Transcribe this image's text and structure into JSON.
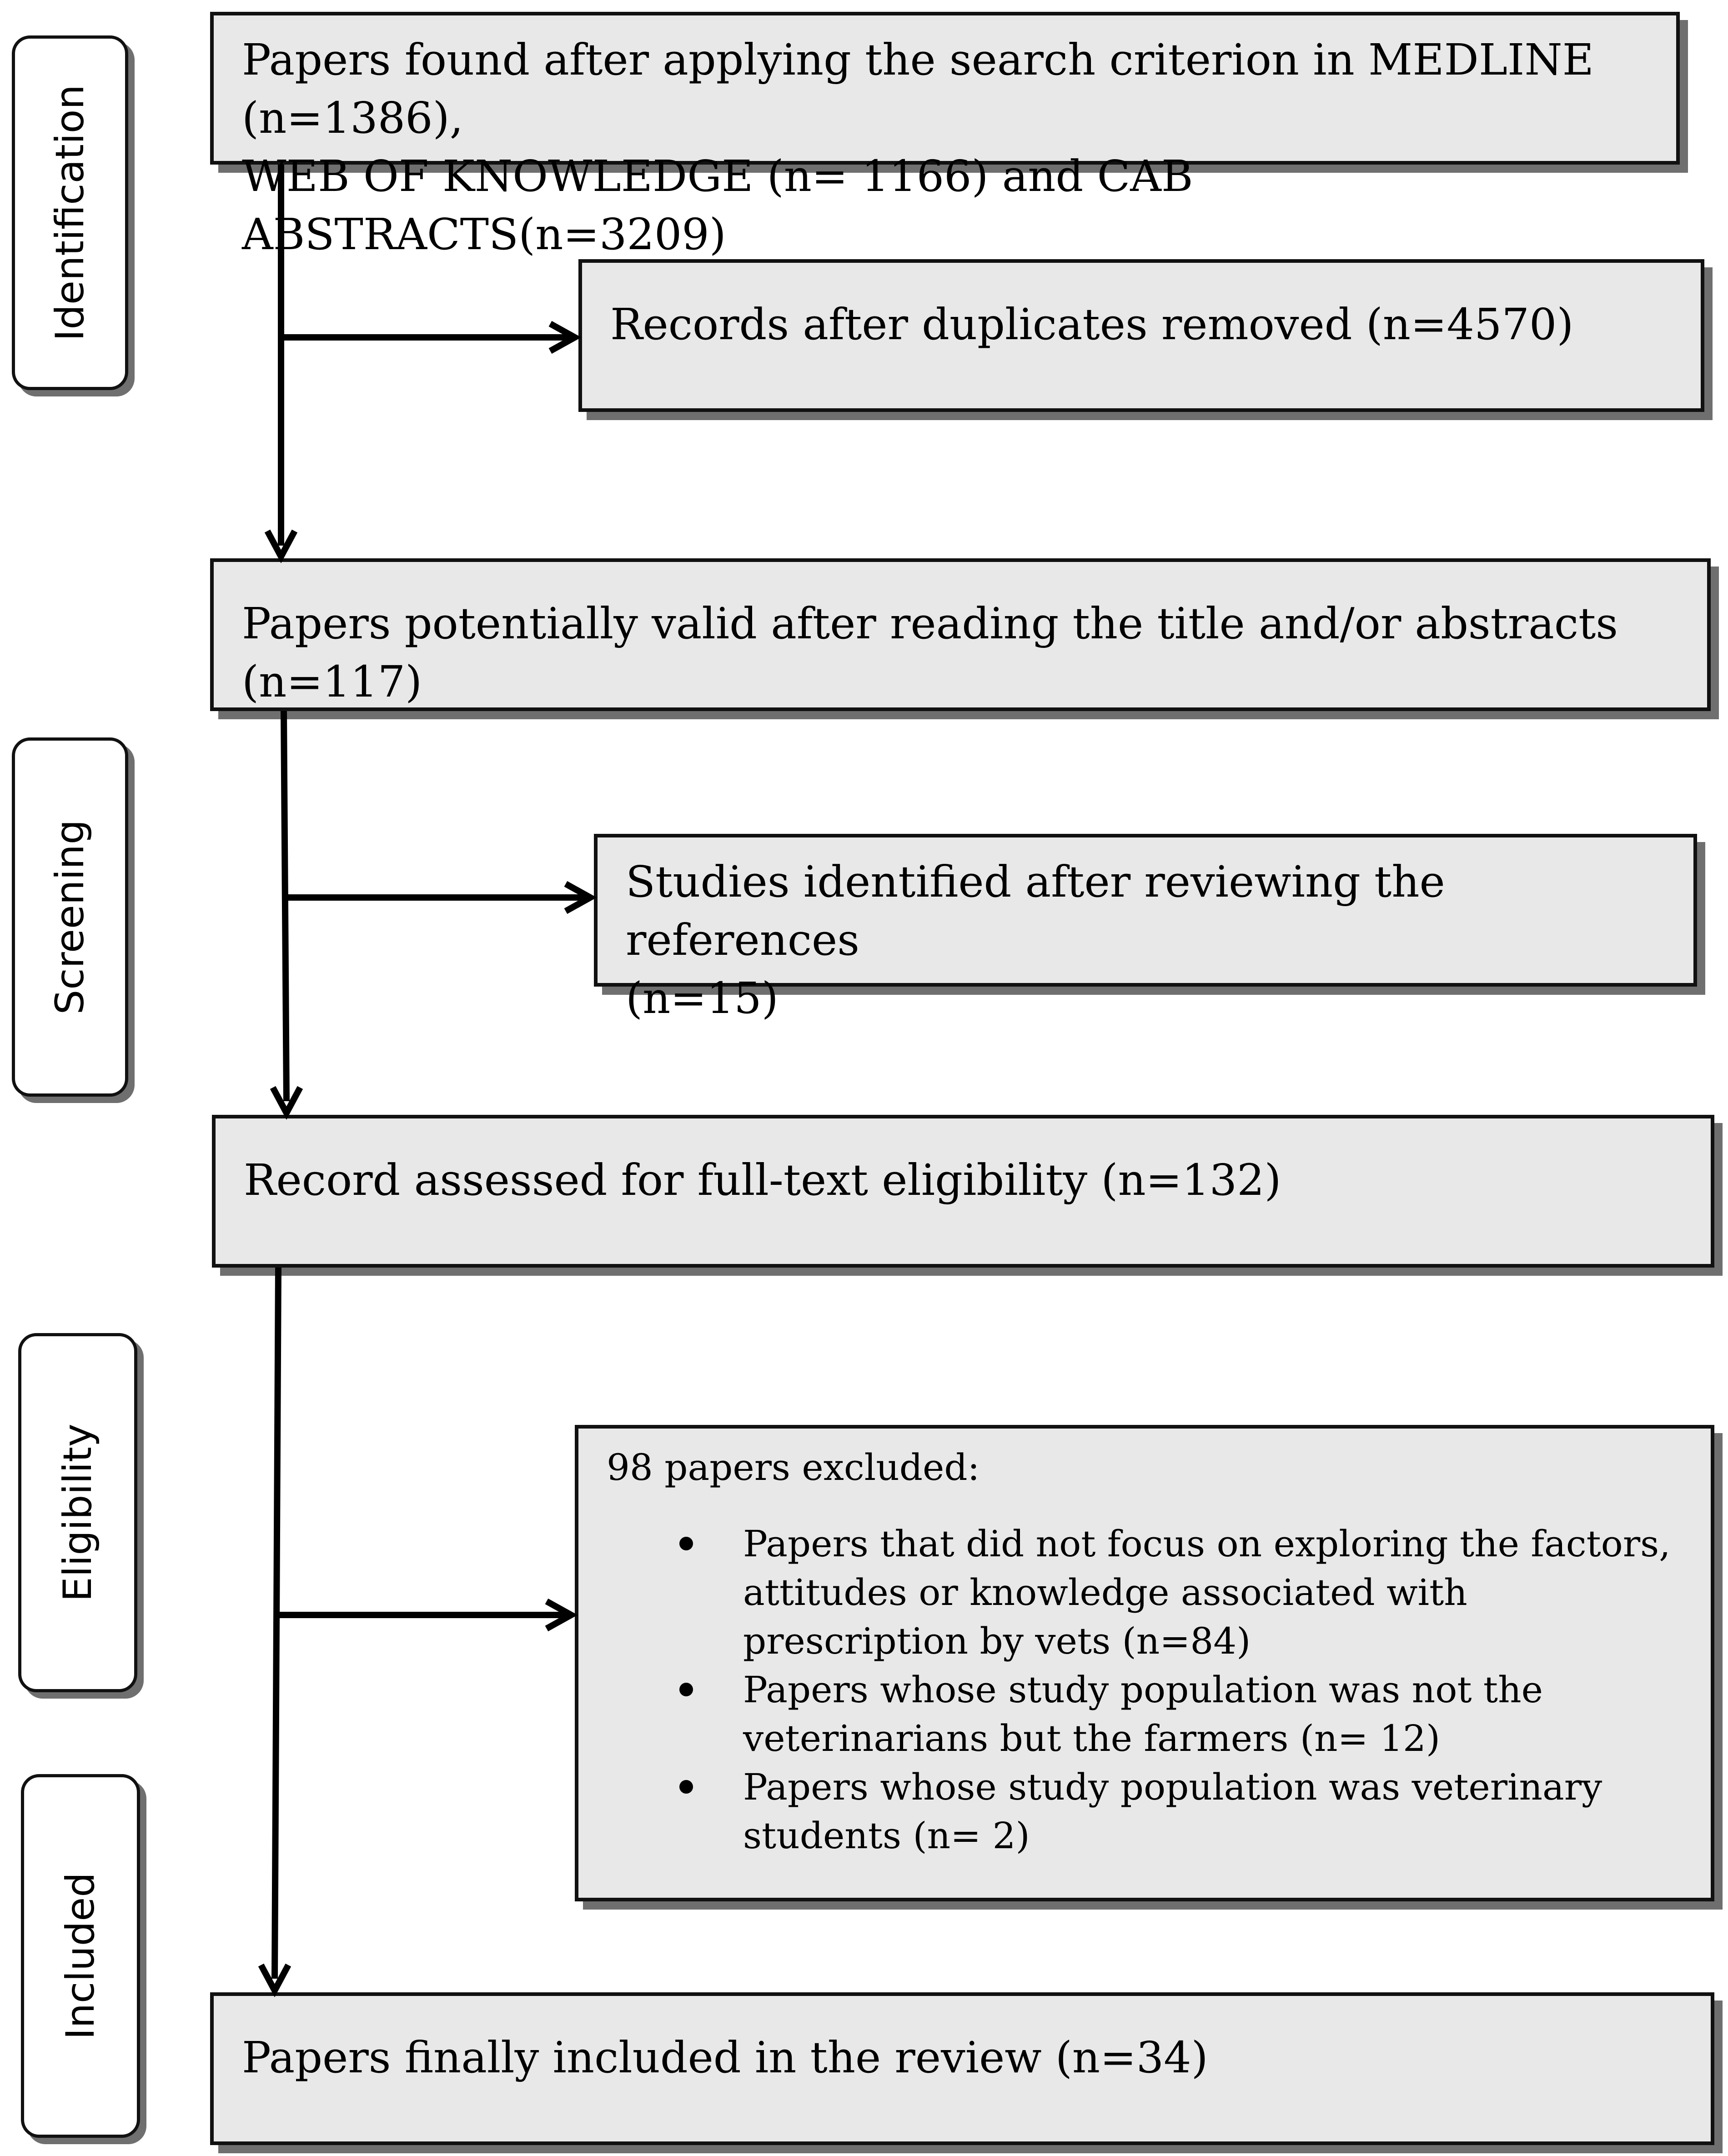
{
  "stages": [
    {
      "id": "identification",
      "label": "Identification"
    },
    {
      "id": "screening",
      "label": "Screening"
    },
    {
      "id": "eligibility",
      "label": "Eligibility"
    },
    {
      "id": "included",
      "label": "Included"
    }
  ],
  "boxes": {
    "found": "Papers found after applying the search criterion in MEDLINE (n=1386),\nWEB OF KNOWLEDGE (n= 1166) and CAB ABSTRACTS(n=3209)",
    "duplicates": "Records after duplicates removed (n=4570)",
    "valid": "Papers potentially valid after reading the title and/or abstracts (n=117)",
    "references": "Studies identified after reviewing the references\n(n=15)",
    "assessed": "Record assessed for full-text eligibility (n=132)",
    "final": "Papers finally included in the review (n=34)"
  },
  "exclusions": {
    "intro": "98 papers excluded:",
    "items": [
      "Papers that did not focus on exploring the factors, attitudes or knowledge associated with prescription by vets (n=84)",
      "Papers whose study population was not the veterinarians but the farmers (n= 12)",
      "Papers whose study population was veterinary students (n= 2)"
    ]
  }
}
